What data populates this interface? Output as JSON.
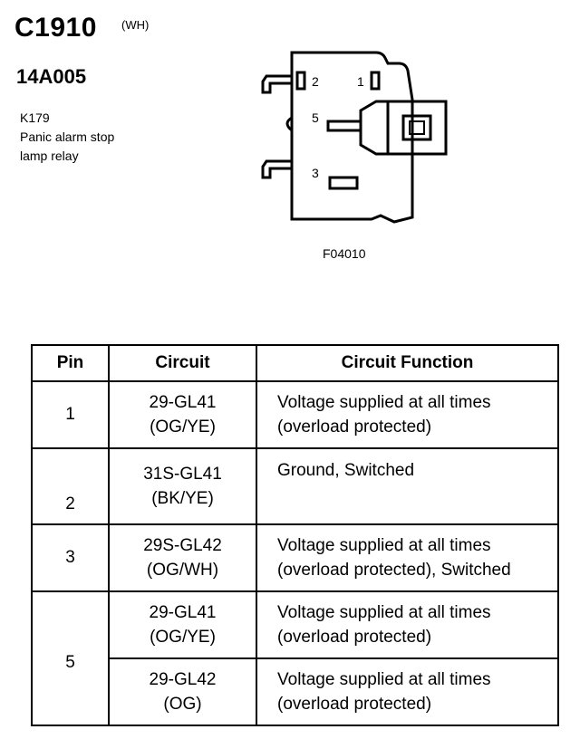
{
  "header": {
    "connector_id": "C1910",
    "color_code": "(WH)",
    "part_number": "14A005",
    "component_lines": [
      "K179",
      "Panic alarm stop",
      "lamp relay"
    ]
  },
  "diagram": {
    "figure_id": "F04010",
    "pin_labels": [
      "2",
      "1",
      "5",
      "3"
    ]
  },
  "table": {
    "headers": [
      "Pin",
      "Circuit",
      "Circuit Function"
    ],
    "rows": [
      {
        "pin": "1",
        "circuit": [
          "29-GL41",
          "(OG/YE)"
        ],
        "function": [
          "Voltage supplied at all times",
          "(overload protected)"
        ]
      },
      {
        "pin": "2",
        "circuit": [
          "31S-GL41",
          "(BK/YE)"
        ],
        "function": [
          "Ground, Switched",
          ""
        ]
      },
      {
        "pin": "3",
        "circuit": [
          "29S-GL42",
          "(OG/WH)"
        ],
        "function": [
          "Voltage supplied at all times",
          "(overload protected), Switched"
        ]
      },
      {
        "pin": "5",
        "circuit": [
          "29-GL41",
          "(OG/YE)"
        ],
        "function": [
          "Voltage supplied at all times",
          "(overload protected)"
        ]
      },
      {
        "pin": "",
        "circuit": [
          "29-GL42",
          "(OG)"
        ],
        "function": [
          "Voltage supplied at all times",
          "(overload protected)"
        ]
      }
    ]
  }
}
